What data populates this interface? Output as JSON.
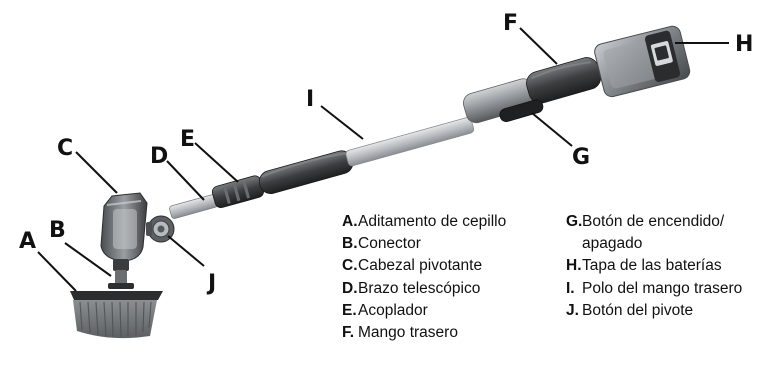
{
  "callouts": {
    "a": "A",
    "b": "B",
    "c": "C",
    "d": "D",
    "e": "E",
    "f": "F",
    "g": "G",
    "h": "H",
    "i": "I",
    "j": "J"
  },
  "legend": {
    "a": {
      "letter": "A.",
      "text": "Aditamento de cepillo"
    },
    "b": {
      "letter": "B.",
      "text": "Conector"
    },
    "c": {
      "letter": "C.",
      "text": "Cabezal pivotante"
    },
    "d": {
      "letter": "D.",
      "text": "Brazo telescópico"
    },
    "e": {
      "letter": "E.",
      "text": "Acoplador"
    },
    "f": {
      "letter": "F.",
      "text": "Mango trasero"
    },
    "g": {
      "letter": "G.",
      "text": "Botón de encendido/",
      "text_cont": "apagado"
    },
    "h": {
      "letter": "H.",
      "text": "Tapa de las baterías"
    },
    "i": {
      "letter": "I.",
      "text": "Polo del mango trasero"
    },
    "j": {
      "letter": "J.",
      "text": "Botón del pivote"
    }
  }
}
